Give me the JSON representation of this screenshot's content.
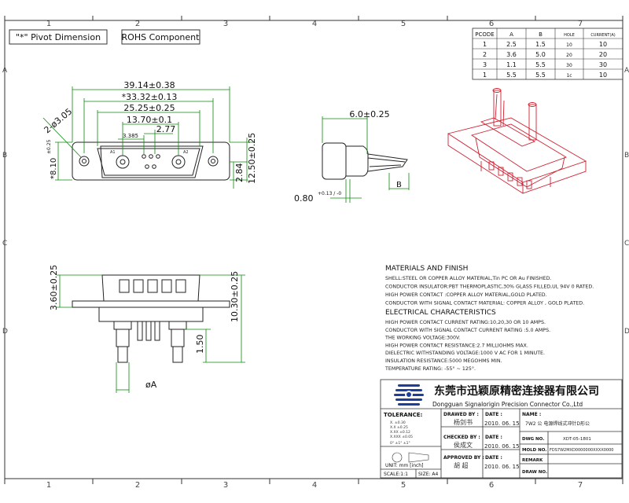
{
  "colors": {
    "dimension": "#0a8a0a",
    "body": "#222222",
    "title_red": "#cc2222",
    "logo_blue": "#1c3f9e",
    "border": "#333333",
    "stock_red": "#d02030"
  },
  "grid": {
    "cols": [
      "1",
      "2",
      "3",
      "4",
      "5",
      "6",
      "7"
    ],
    "rows": [
      "A",
      "B",
      "C",
      "D"
    ]
  },
  "notes": {
    "pivot": "\"*\" Pivot Dimension",
    "rohs": "ROHS Component"
  },
  "pin_table": {
    "headers": [
      "PCODE",
      "A",
      "B",
      "HOLE",
      "CURRENT(A)"
    ],
    "rows": [
      [
        "1",
        "2.5",
        "1.5",
        "10",
        "10"
      ],
      [
        "2",
        "3.6",
        "5.0",
        "20",
        "20"
      ],
      [
        "3",
        "1.1",
        "5.5",
        "30",
        "30"
      ],
      [
        "1",
        "5.5",
        "5.5",
        "1c",
        "10"
      ]
    ]
  },
  "front_view": {
    "dims": [
      "39.14±0.38",
      "*33.32±0.13",
      "25.25±0.25",
      "13.70±0.1",
      "2.77",
      "3.385"
    ],
    "hole": "2-ø3.05",
    "left_dim": "*8.10",
    "left_tol": "±0.25",
    "right_dims": [
      "2.84",
      "12.50±0.25"
    ],
    "contact_labels": [
      "A1",
      "A2"
    ]
  },
  "side_view": {
    "top_dim": "6.0±0.25",
    "bottom_dim": "0.80",
    "bottom_tol": "+0.13 / -0",
    "b_label": "B"
  },
  "bottom_view": {
    "left_dim": "3.60±0.25",
    "right_dim": "10.30±0.25",
    "pin_dim": "1.50",
    "dia": "øA"
  },
  "materials": {
    "title": "MATERIALS AND FINISH",
    "lines": [
      "SHELL:STEEL OR COPPER ALLOY MATERIAL,Tin PC OR Au FINISHED.",
      "CONDUCTOR INSULATOR:PBT THERMOPLASTIC,30% GLASS FILLED,UL 94V 0 RATED.",
      "HIGH POWER CONTACT :COPPER ALLOY MATERIAL,GOLD PLATED.",
      "CONDUCTOR WITH SIGNAL CONTACT MATERIAL: COPPER ALLOY , GOLD PLATED."
    ],
    "elec_title": "ELECTRICAL CHARACTERISTICS",
    "elec_lines": [
      "HIGH POWER CONTACT CURRENT RATING:10,20,30 OR 10 AMPS.",
      "CONDUCTOR WITH SIGNAL CONTACT CURRENT RATING :5.0 AMPS.",
      "THE WORKING VOLTAGE:300V.",
      "HIGH POWER CONTACT RESISTANCE:2.7 MILLIOHMS MAX.",
      "DIELECTRIC WITHSTANDING VOLTAGE:1000 V AC FOR 1 MINUTE.",
      "INSULATION RESISTANCE:5000 MEGOHMS MIN.",
      "TEMPERATURE RATING: -55° ~ 125°."
    ]
  },
  "title_block": {
    "company_cn": "东莞市迅颖原精密连接器有限公司",
    "company_en": "Dongguan Signalorigin Precision Connector Co.,Ltd",
    "tolerance_label": "TOLERANCE:",
    "tol_rows": [
      "X.  ±0.30",
      "X.X  ±0.25",
      "X.XX  ±0.12",
      "X.XXX  ±0.05"
    ],
    "angle": "0°  ±1°  ±1°",
    "unit": "UNIT: mm [inch]",
    "scale": "SCALE:1:1",
    "size": "SIZE: A4",
    "drawn_by": "DRAWED BY :",
    "drawn_name": "杨剑书",
    "checked_by": "CHECKED BY :",
    "checked_name": "侯成文",
    "approved_by": "APPROVED BY :",
    "approved_name": "胡 超",
    "date_label": "DATE :",
    "date_val": "2010. 06. 15",
    "name_label": "NAME :",
    "name_val": "7W2 公 电源焊线式冲针D形公",
    "dwg_no": "DWG NO.",
    "dwg_val": "XDT-05-1801",
    "mold_no": "MOLD NO.",
    "mold_val": "FDS7W2MXD0000000XXXX0000",
    "remark": "REMARK",
    "draw_no": "DRAW NO."
  }
}
